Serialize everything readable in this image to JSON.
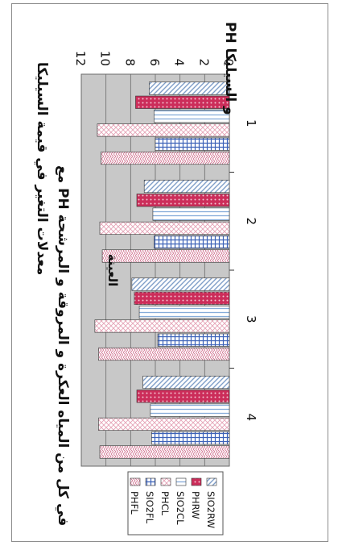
{
  "chart_data": {
    "type": "bar",
    "title": "معدلات التغير في قيمة السيليكا مع PH في كل من المياه العكرة و المروقة و المرشحة",
    "xlabel": "العينة",
    "ylabel": "PH و السيليكا",
    "categories": [
      "1",
      "2",
      "3",
      "4"
    ],
    "ylim": [
      0,
      12
    ],
    "yticks": [
      "0",
      "2",
      "4",
      "6",
      "8",
      "10",
      "12"
    ],
    "grid": true,
    "legend_position": "bottom-left",
    "series": [
      {
        "name": "SIO2RW",
        "values": [
          6.5,
          6.9,
          7.9,
          7.0
        ],
        "color": "#9fb6d6",
        "pattern": "diag"
      },
      {
        "name": "PHRW",
        "values": [
          7.6,
          7.5,
          7.7,
          7.5
        ],
        "color": "#cc2d5a",
        "pattern": "dots"
      },
      {
        "name": "SIO2CL",
        "values": [
          6.1,
          6.2,
          7.3,
          6.4
        ],
        "color": "#a9c6e6",
        "pattern": "vlines"
      },
      {
        "name": "PHCL",
        "values": [
          10.7,
          10.5,
          10.9,
          10.6
        ],
        "color": "#e0a0b3",
        "pattern": "cross"
      },
      {
        "name": "SIO2FL",
        "values": [
          6.0,
          6.1,
          5.8,
          6.3
        ],
        "color": "#3c62b8",
        "pattern": "grid"
      },
      {
        "name": "PHFL",
        "values": [
          10.4,
          10.3,
          10.6,
          10.5
        ],
        "color": "#d47a96",
        "pattern": "zigzag"
      }
    ]
  }
}
